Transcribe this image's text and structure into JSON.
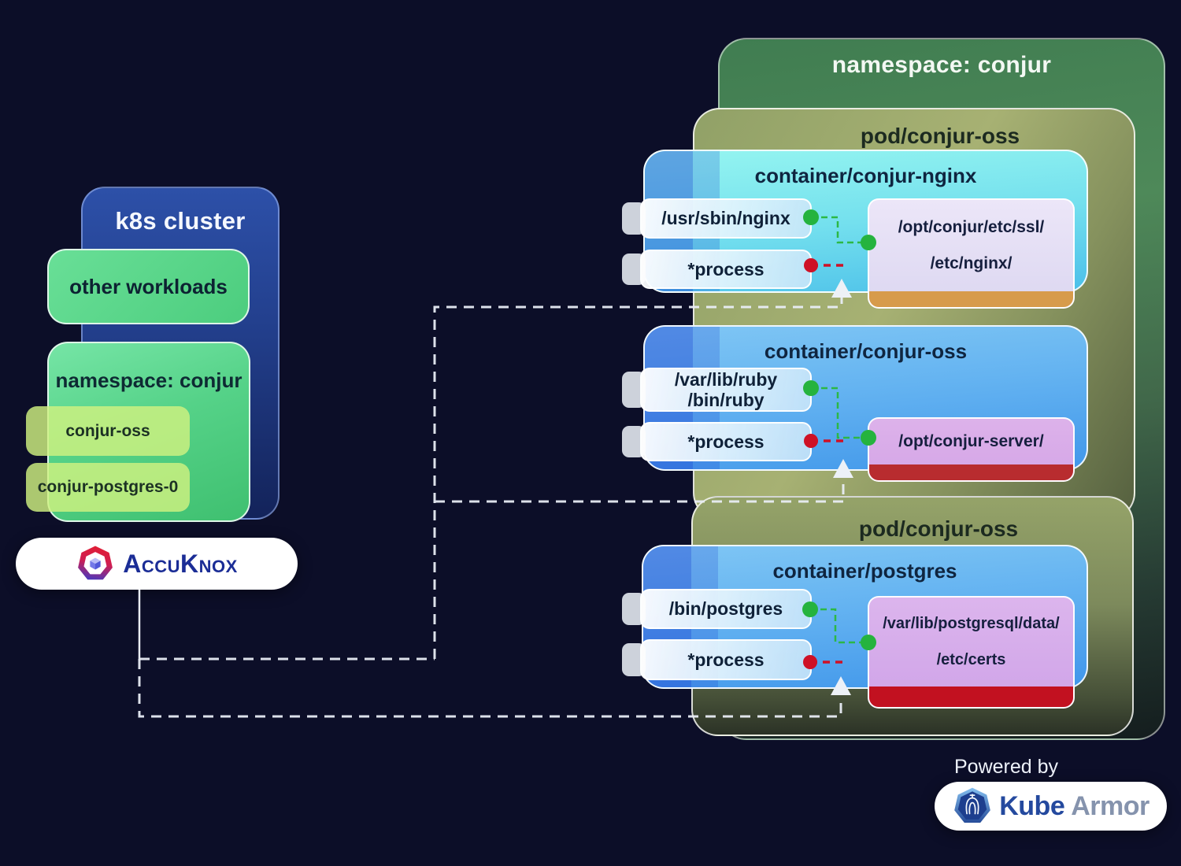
{
  "colors": {
    "background": "#0c0e28",
    "allow_connector_green": "#2cb845",
    "block_connector_red": "#ce1126",
    "nginx_mount_strip": "#d79b4b",
    "oss_mount_strip": "#b82c2f",
    "postgres_mount_strip": "#c21120",
    "accuknox_text_navy": "#1b2d96",
    "kubearmor_kube_blue": "#24499e",
    "kubearmor_armor_gray": "#8593ad"
  },
  "cluster": {
    "title": "k8s cluster",
    "other_workloads_label": "other workloads",
    "namespace_box": {
      "title": "namespace: conjur",
      "chips": [
        "conjur-oss",
        "conjur-postgres-0"
      ]
    },
    "accuknox_label": "AccuKnox"
  },
  "namespace": {
    "title": "namespace: conjur",
    "pods": [
      {
        "title": "pod/conjur-oss",
        "containers": [
          {
            "title": "container/conjur-nginx",
            "processes": [
              [
                "/usr/sbin/nginx"
              ],
              [
                "*process"
              ]
            ],
            "mounts": [
              "/opt/conjur/etc/ssl/",
              "/etc/nginx/"
            ],
            "strip_color": "#d79b4b"
          },
          {
            "title": "container/conjur-oss",
            "processes": [
              [
                "/var/lib/ruby",
                "/bin/ruby"
              ],
              [
                "*process"
              ]
            ],
            "mounts": [
              "/opt/conjur-server/"
            ],
            "strip_color": "#b82c2f"
          }
        ]
      },
      {
        "title": "pod/conjur-oss",
        "containers": [
          {
            "title": "container/postgres",
            "processes": [
              [
                "/bin/postgres"
              ],
              [
                "*process"
              ]
            ],
            "mounts": [
              "/var/lib/postgresql/data/",
              "/etc/certs"
            ],
            "strip_color": "#c21120"
          }
        ]
      }
    ]
  },
  "footer": {
    "powered_by": "Powered by",
    "kubearmor_part1": "Kube",
    "kubearmor_part2": "Armor"
  }
}
